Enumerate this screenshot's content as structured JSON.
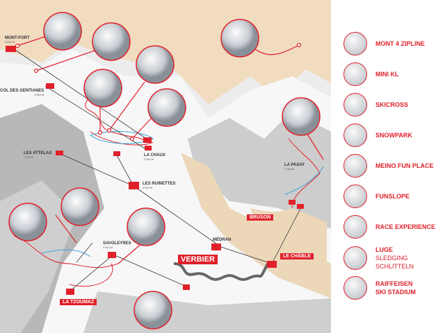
{
  "stations": [
    {
      "name": "MONT-FORT",
      "alt": "3'330 M"
    },
    {
      "name": "COL DES GENTIANES",
      "alt": "2'950 M"
    },
    {
      "name": "LES ATTELAS",
      "alt": "2'733 M"
    },
    {
      "name": "LA CHAUX",
      "alt": "2'260 M"
    },
    {
      "name": "LES RUINETTES",
      "alt": "2'200 M"
    },
    {
      "name": "SAVOLEYRES",
      "alt": "2'344 M"
    },
    {
      "name": "LA PASAY",
      "alt": "2'188 M"
    },
    {
      "name": "MÉDRAN"
    }
  ],
  "towns": [
    "VERBIER",
    "BRUSON",
    "LE CHÂBLE",
    "LA TZOUMAZ"
  ],
  "legend": [
    {
      "label": "MONT 4 ZIPLINE"
    },
    {
      "label": "MINI KL"
    },
    {
      "label": "SKICROSS"
    },
    {
      "label": "SNOWPARK"
    },
    {
      "label": "MEINO FUN PLACE"
    },
    {
      "label": "FUNSLOPE"
    },
    {
      "label": "RACE EXPERIENCE"
    },
    {
      "label": "LUGE",
      "sub1": "SLEDGING",
      "sub2": "SCHLITTELN"
    },
    {
      "label": "RAIFFEISEN",
      "label2": "SKI STADIUM"
    }
  ],
  "colors": {
    "accent": "#e0202a",
    "sand": "#f1dcc0",
    "piste": "#3aa6d8"
  }
}
